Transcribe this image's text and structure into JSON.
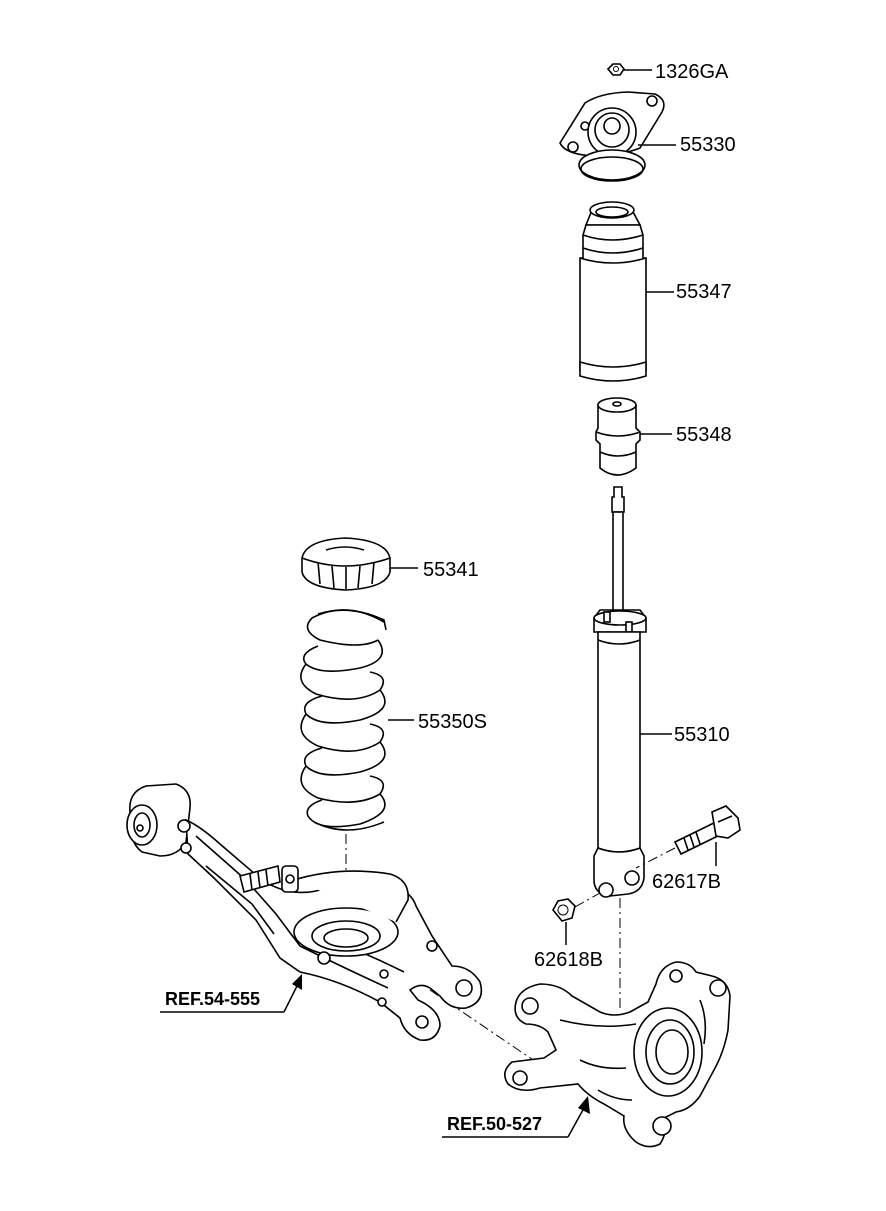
{
  "callouts": {
    "nut_top": "1326GA",
    "insulator_mount": "55330",
    "dust_cover": "55347",
    "bumper_stopper": "55348",
    "spring_pad": "55341",
    "coil_spring": "55350S",
    "shock_absorber": "55310",
    "bolt": "62617B",
    "nut_lower": "62618B"
  },
  "references": {
    "lower_arm": "REF.54-555",
    "knuckle": "REF.50-527"
  }
}
